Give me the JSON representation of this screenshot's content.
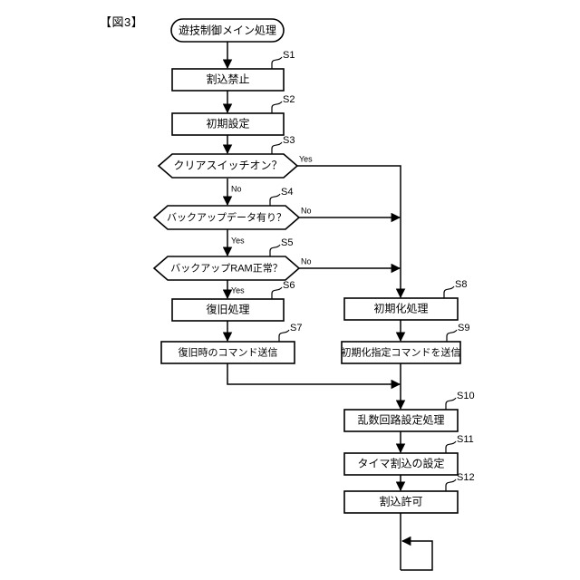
{
  "figure": {
    "title": "【図3】",
    "type": "flowchart",
    "language": "ja"
  },
  "nodes": {
    "start": {
      "label": "遊技制御メイン処理",
      "shape": "terminator"
    },
    "s1": {
      "step": "S1",
      "label": "割込禁止",
      "shape": "process"
    },
    "s2": {
      "step": "S2",
      "label": "初期設定",
      "shape": "process"
    },
    "s3": {
      "step": "S3",
      "label": "クリアスイッチオン？",
      "shape": "decision"
    },
    "s4": {
      "step": "S4",
      "label": "バックアップデータ有り？",
      "shape": "decision"
    },
    "s5": {
      "step": "S5",
      "label": "バックアップRAM正常？",
      "shape": "decision"
    },
    "s6": {
      "step": "S6",
      "label": "復旧処理",
      "shape": "process"
    },
    "s7": {
      "step": "S7",
      "label": "復旧時のコマンド送信",
      "shape": "process"
    },
    "s8": {
      "step": "S8",
      "label": "初期化処理",
      "shape": "process"
    },
    "s9": {
      "step": "S9",
      "label": "初期化指定コマンドを送信",
      "shape": "process"
    },
    "s10": {
      "step": "S10",
      "label": "乱数回路設定処理",
      "shape": "process"
    },
    "s11": {
      "step": "S11",
      "label": "タイマ割込の設定",
      "shape": "process"
    },
    "s12": {
      "step": "S12",
      "label": "割込許可",
      "shape": "process"
    }
  },
  "branches": {
    "s3_yes": "Yes",
    "s3_no": "No",
    "s4_no": "No",
    "s4_yes": "Yes",
    "s5_no": "No",
    "s5_yes": "Yes"
  },
  "colors": {
    "stroke": "#000000",
    "fill": "#ffffff",
    "background": "#ffffff"
  }
}
